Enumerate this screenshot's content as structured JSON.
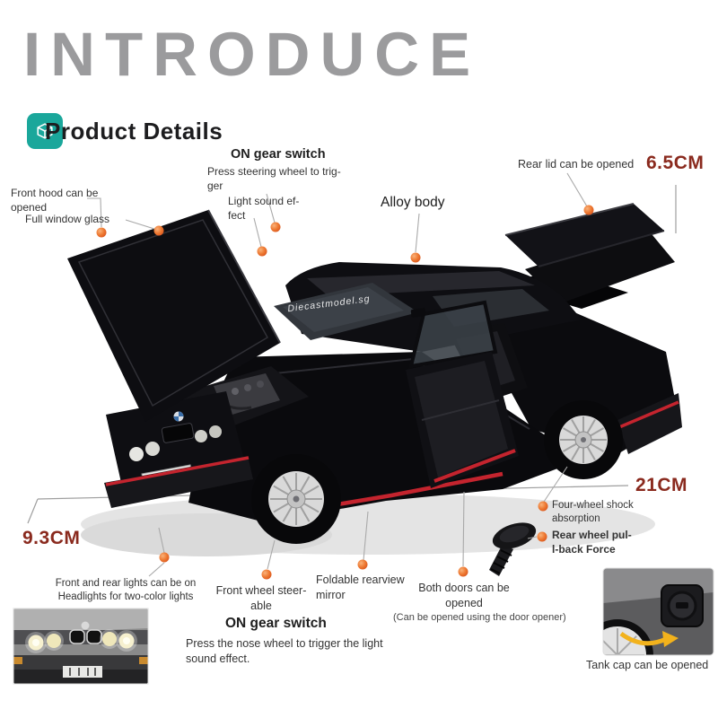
{
  "header": {
    "title": "INTRODUCE",
    "section_label": "Product Details"
  },
  "dimensions": {
    "height": "6.5CM",
    "length": "21CM",
    "width": "9.3CM"
  },
  "callouts": {
    "gear_switch_top": {
      "title": "ON gear switch",
      "desc": "Press steering wheel to trig-\nger"
    },
    "front_hood": {
      "label": "Front hood can be\nopened"
    },
    "window_glass": {
      "label": "Full window glass"
    },
    "light_sound": {
      "label": "Light sound ef-\nfect"
    },
    "alloy_body": {
      "label": "Alloy body"
    },
    "rear_lid": {
      "label": "Rear lid can be opened"
    },
    "shock_absorption": {
      "label": "Four-wheel shock\nabsorption"
    },
    "pull_back_force": {
      "label": "Rear wheel pul-\nl-back Force"
    },
    "lights": {
      "label": "Front and rear lights can be on\nHeadlights for two-color lights"
    },
    "front_wheel_steer": {
      "label": "Front wheel steer-\nable"
    },
    "gear_switch_bottom": {
      "title": "ON gear switch",
      "desc": "Press the nose wheel to trigger the light\nsound effect."
    },
    "rearview_mirror": {
      "label": "Foldable rearview\nmirror"
    },
    "doors": {
      "label": "Both doors can be\nopened",
      "note": "(Can be opened using the door opener)"
    },
    "tank_cap": {
      "label": "Tank cap can be opened"
    }
  },
  "car": {
    "windshield_watermark": "Diecastmodel.sg"
  },
  "colors": {
    "title_gray": "#9b9b9d",
    "accent_orange": "#e8701f",
    "dimension_red": "#8a2a1e",
    "teal_icon": "#1aa79b",
    "stripe_red": "#c4242e"
  }
}
